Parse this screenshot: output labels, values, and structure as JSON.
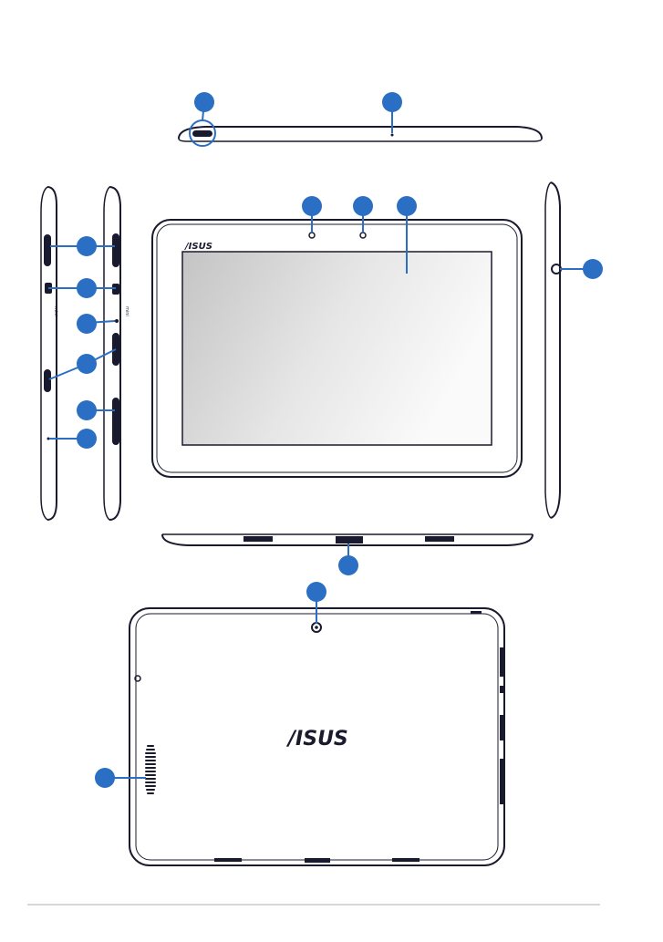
{
  "diagram": {
    "brand_logo_small": "/ISUS",
    "brand_logo_large": "/ISUS",
    "port_label_left": "mini",
    "port_label_right": "mini",
    "callout_color": "#2a6fc4",
    "outline_color": "#1a1a2e",
    "screen_gradient_start": "#c4c4c4",
    "screen_gradient_end": "#fafafa"
  }
}
